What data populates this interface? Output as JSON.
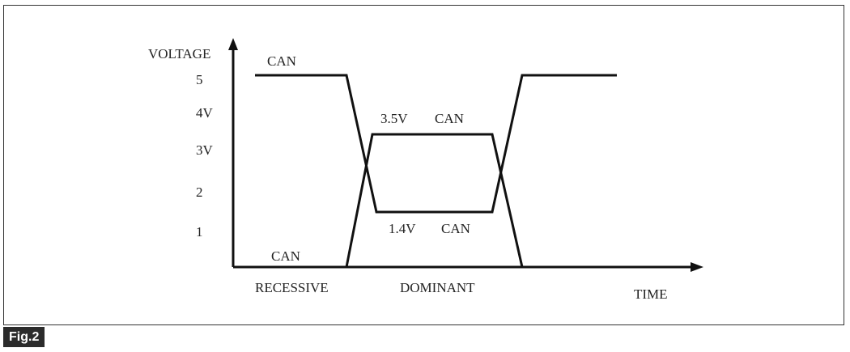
{
  "figure": {
    "tag": "Fig.2"
  },
  "axes": {
    "y_title": "VOLTAGE",
    "x_title": "TIME"
  },
  "y_ticks": [
    "5",
    "4V",
    "3V",
    "2",
    "1"
  ],
  "signal_labels": {
    "top_high": "CAN",
    "top_low": "CAN",
    "dominant_high_value": "3.5V",
    "dominant_high": "CAN",
    "dominant_low_value": "1.4V",
    "dominant_low": "CAN"
  },
  "state_labels": {
    "recessive": "RECESSIVE",
    "dominant": "DOMINANT"
  }
}
